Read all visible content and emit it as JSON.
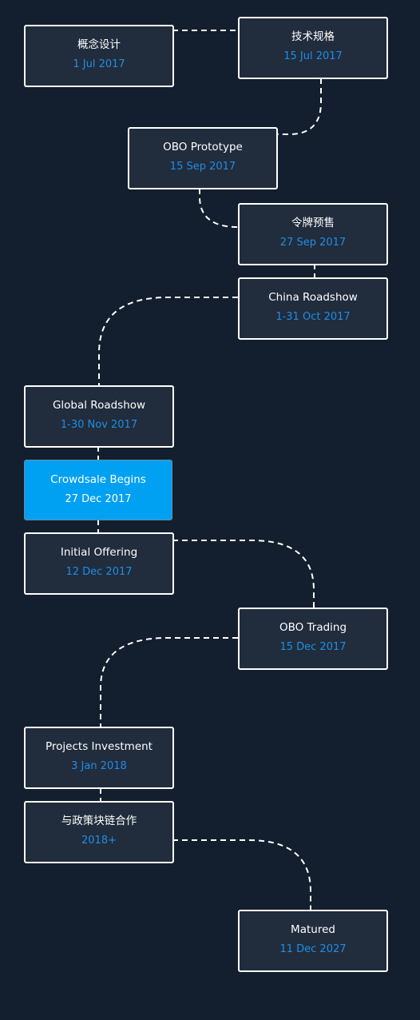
{
  "colors": {
    "background": "#131f2e",
    "node_fill": "#212c3c",
    "node_border": "#ffffff",
    "title_text": "#ffffff",
    "date_text": "#1e8fe6",
    "highlight_fill": "#00a0f3",
    "connector": "#ffffff"
  },
  "milestones": [
    {
      "title": "概念设计",
      "date": "1 Jul 2017"
    },
    {
      "title": "技术规格",
      "date": "15 Jul 2017"
    },
    {
      "title": "OBO Prototype",
      "date": "15 Sep 2017"
    },
    {
      "title": "令牌预售",
      "date": "27 Sep 2017"
    },
    {
      "title": "China Roadshow",
      "date": "1-31 Oct 2017"
    },
    {
      "title": "Global Roadshow",
      "date": "1-30 Nov 2017"
    },
    {
      "title": "Crowdsale Begins",
      "date": "27 Dec 2017",
      "highlight": true
    },
    {
      "title": "Initial Offering",
      "date": "12 Dec 2017"
    },
    {
      "title": "OBO Trading",
      "date": "15 Dec 2017"
    },
    {
      "title": "Projects Investment",
      "date": "3 Jan 2018"
    },
    {
      "title": "与政策块链合作",
      "date": "2018+"
    },
    {
      "title": "Matured",
      "date": "11 Dec 2027"
    }
  ]
}
